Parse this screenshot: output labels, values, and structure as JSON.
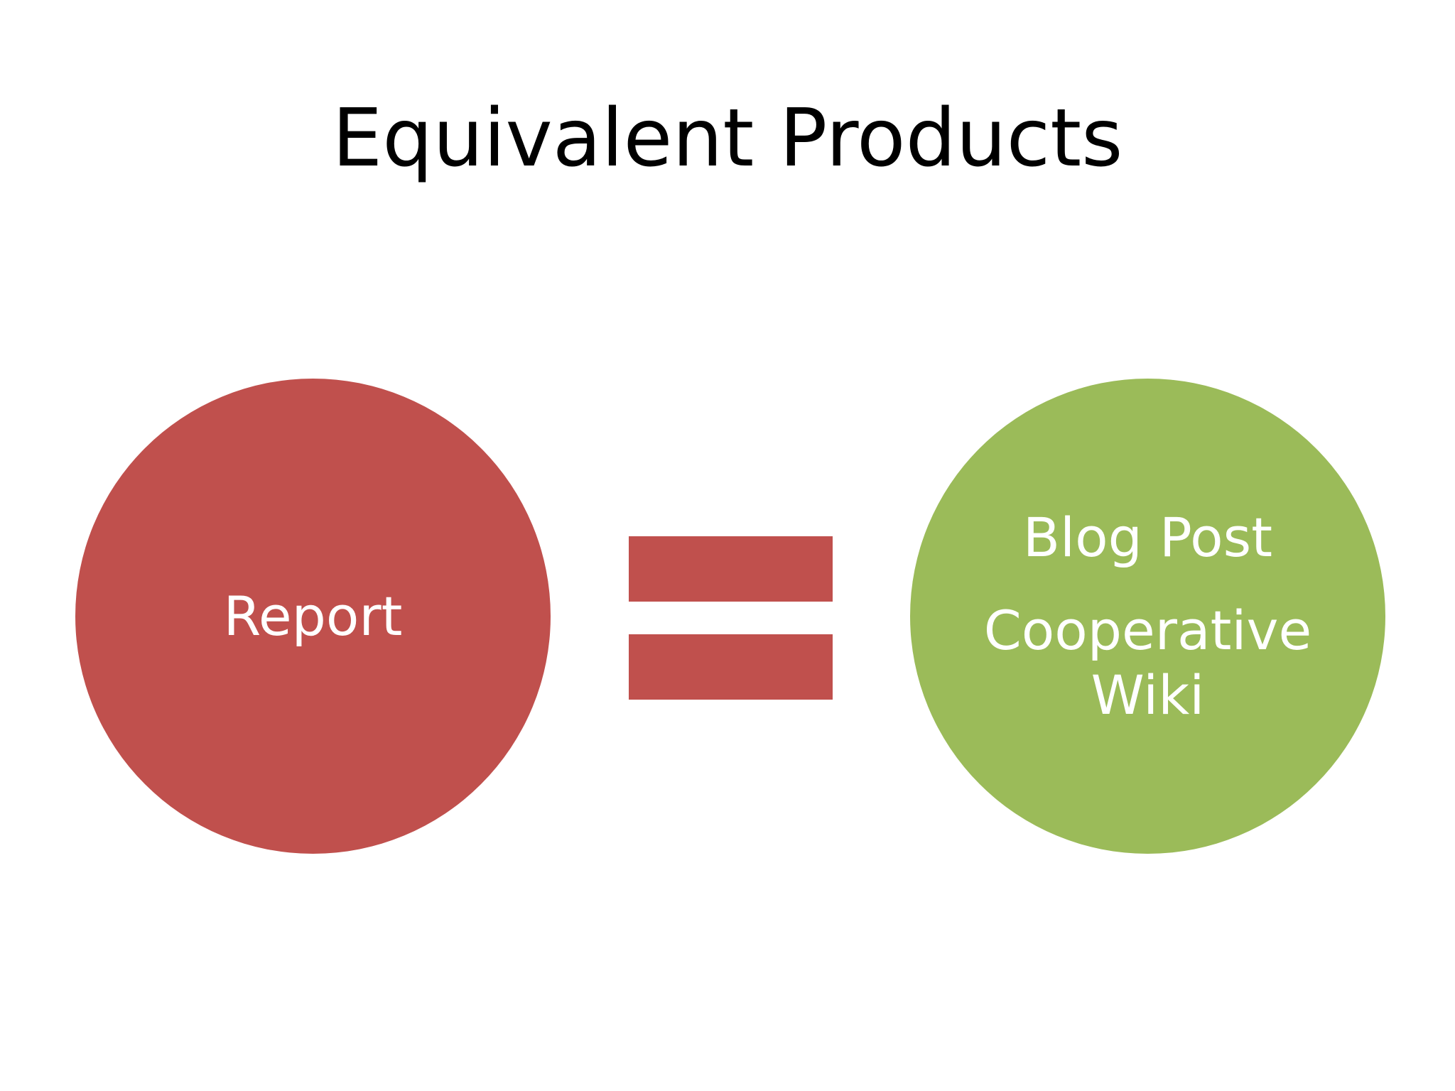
{
  "slide": {
    "title": "Equivalent Products"
  },
  "left_circle": {
    "label": "Report",
    "color": "#C0504D"
  },
  "equals_sign": {
    "color": "#C0504D"
  },
  "right_circle": {
    "color": "#9BBB59",
    "items": [
      "Blog Post",
      "Cooperative Wiki"
    ]
  }
}
